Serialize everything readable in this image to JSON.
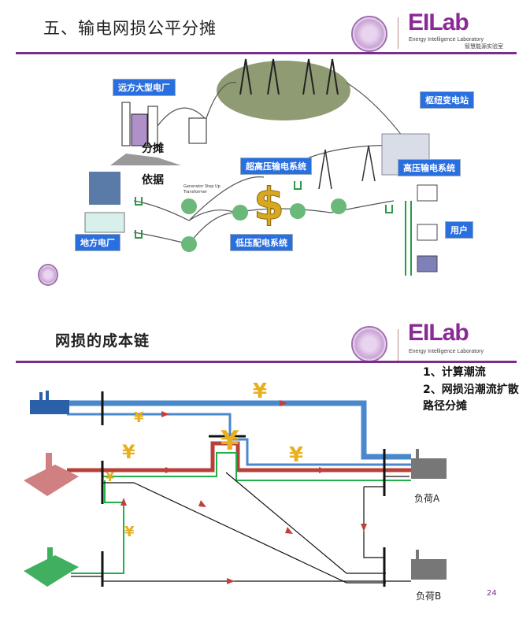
{
  "slide1": {
    "title": "五、输电网损公平分摊",
    "logo": {
      "name": "EILab",
      "subtitle": "Energy Intelligence Laboratory",
      "subtitle_cn": "智慧能源实验室"
    },
    "labels": {
      "remote_plant": "远方大型电厂",
      "hub_substation": "枢纽变电站",
      "ehv_system": "超高压输电系统",
      "hv_system": "高压输电系统",
      "lv_system": "低压配电系统",
      "users": "用户",
      "local_plant": "地方电厂",
      "gen_transformer": "Generator Step Up Transformer"
    },
    "annotations": {
      "allocate": "分摊",
      "basis": "依据"
    }
  },
  "slide2": {
    "title": "网损的成本链",
    "notes": [
      "1、计算潮流",
      "2、网损沿潮流扩散路径分摊"
    ],
    "load_a": "负荷A",
    "load_b": "负荷B",
    "yen": "¥",
    "page_number": "24",
    "colors": {
      "blue": "#4a88cc",
      "red": "#b8403a",
      "green": "#22b04a",
      "accent": "#7a2e8c"
    }
  }
}
